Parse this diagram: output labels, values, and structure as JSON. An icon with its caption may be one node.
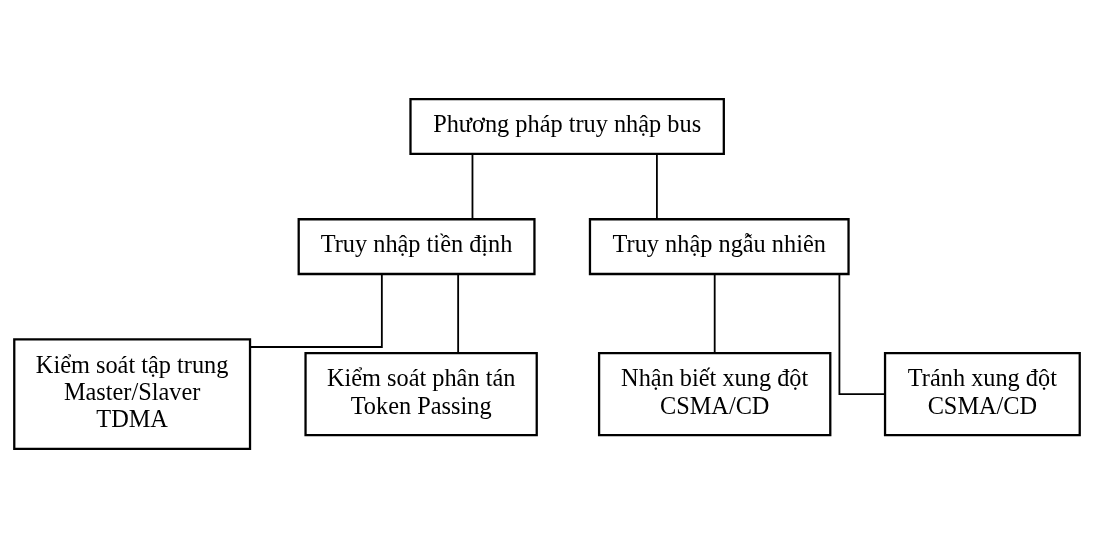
{
  "diagram": {
    "nodes": [
      {
        "text": [
          "Phương pháp truy nhập bus"
        ]
      },
      {
        "text": [
          "Truy nhập tiền định"
        ]
      },
      {
        "text": [
          "Truy nhập ngẫu nhiên"
        ]
      },
      {
        "text": [
          "Kiểm soát tập trung",
          "Master/Slaver",
          "TDMA"
        ]
      },
      {
        "text": [
          "Kiểm soát phân tán",
          "Token Passing"
        ]
      },
      {
        "text": [
          "Nhận biết xung đột",
          "CSMA/CD"
        ]
      },
      {
        "text": [
          "Tránh xung đột",
          "CSMA/CD"
        ]
      }
    ],
    "edges": [
      {
        "from": 0,
        "to": 1,
        "arrow": "none"
      },
      {
        "from": 0,
        "to": 2,
        "arrow": "none"
      },
      {
        "from": 1,
        "to": 3,
        "arrow": "none"
      },
      {
        "from": 1,
        "to": 4,
        "arrow": "none"
      },
      {
        "from": 2,
        "to": 5,
        "arrow": "none"
      },
      {
        "from": 2,
        "to": 6,
        "arrow": "none"
      }
    ]
  }
}
